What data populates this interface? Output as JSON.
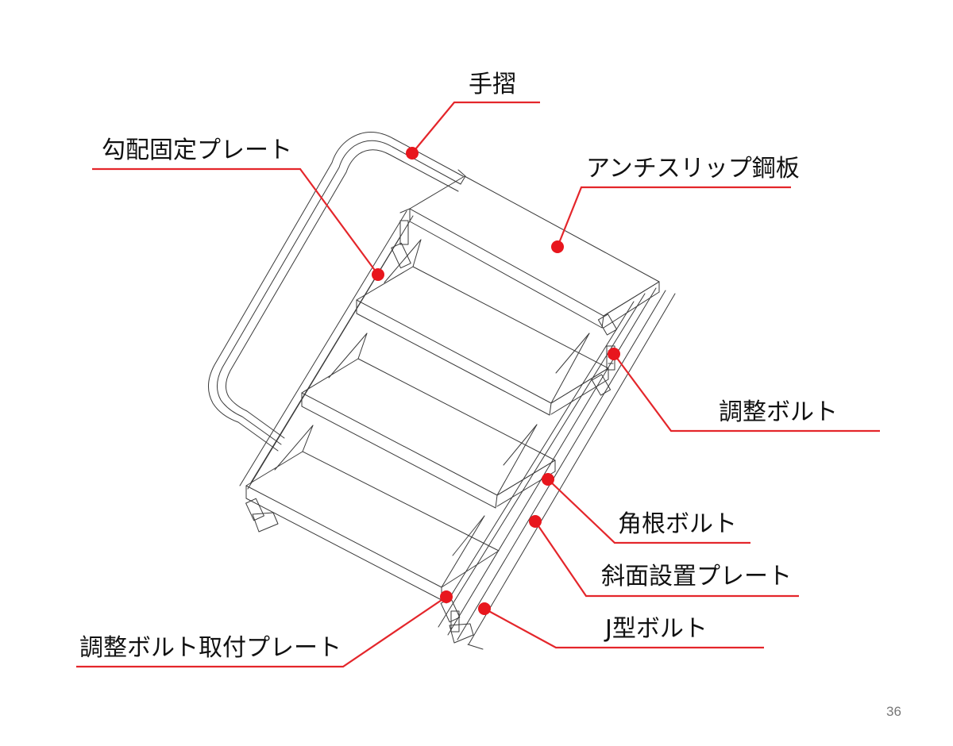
{
  "colors": {
    "leader": "#e4262b",
    "dot": "#e8161d",
    "drawing": "#3a3a3a",
    "text": "#111111",
    "page_number": "#777777"
  },
  "labels": {
    "handrail": "手摺",
    "slope_plate": "勾配固定プレート",
    "antislip_plate": "アンチスリップ鋼板",
    "adjust_bolt": "調整ボルト",
    "square_bolt": "角根ボルト",
    "slope_install_plate": "斜面設置プレート",
    "j_bolt": "J型ボルト",
    "adjust_bolt_plate": "調整ボルト取付プレート"
  },
  "page_number": "36"
}
